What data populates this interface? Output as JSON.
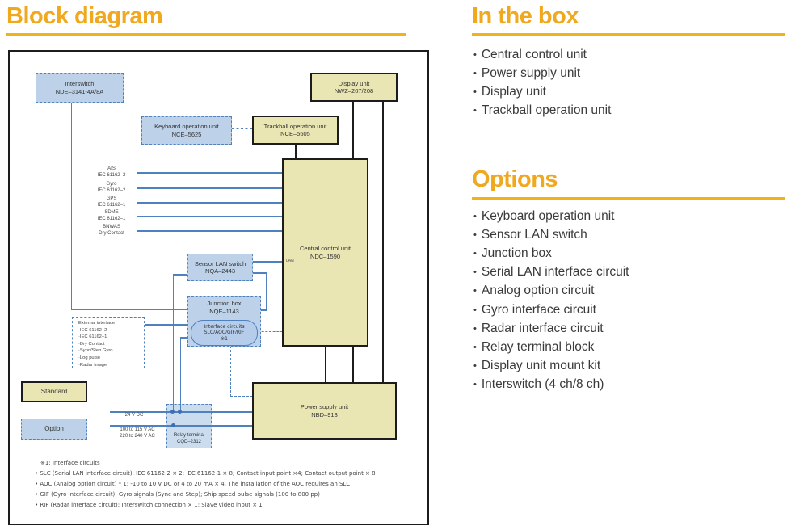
{
  "page": {
    "title": "Block diagram",
    "accent_color": "#F0A81F"
  },
  "ui": {
    "bullet": "•"
  },
  "in_the_box": {
    "title": "In the box",
    "items": [
      "Central control unit",
      "Power supply unit",
      "Display unit",
      "Trackball operation unit"
    ]
  },
  "options": {
    "title": "Options",
    "items": [
      "Keyboard operation unit",
      "Sensor LAN switch",
      "Junction box",
      "Serial LAN interface circuit",
      "Analog option circuit",
      "Gyro interface circuit",
      "Radar interface circuit",
      "Relay terminal block",
      "Display unit mount kit",
      "Interswitch (4 ch/8 ch)"
    ]
  },
  "diagram": {
    "boxes": {
      "interswitch": {
        "name": "Interswitch",
        "model": "NDE–3141-4A/8A"
      },
      "display_unit": {
        "name": "Display unit",
        "model": "NWZ–207/208"
      },
      "keyboard": {
        "name": "Keyboard operation unit",
        "model": "NCE–5625"
      },
      "trackball": {
        "name": "Trackball operation unit",
        "model": "NCE–5605"
      },
      "central_control": {
        "name": "Central control unit",
        "model": "NDC–1590",
        "port_label": "LAN"
      },
      "sensor_lan": {
        "name": "Sensor LAN switch",
        "model": "NQA–2443"
      },
      "junction_box": {
        "name": "Junction box",
        "model": "NQE–1143"
      },
      "interface_circuits": {
        "line1": "Interface circuits",
        "line2": "SLC/AOC/GIF/RIF",
        "line3": "※1"
      },
      "power_supply": {
        "name": "Power supply unit",
        "model": "NBD–913"
      },
      "relay_terminal": {
        "name": "Relay terminal",
        "model": "CQD–2312"
      }
    },
    "signals": [
      {
        "name": "AIS",
        "spec": "IEC 61162–2"
      },
      {
        "name": "Gyro",
        "spec": "IEC 61162–2"
      },
      {
        "name": "GPS",
        "spec": "IEC 61162–1"
      },
      {
        "name": "SDME",
        "spec": "IEC 61162–1"
      },
      {
        "name": "BNWAS",
        "spec": "Dry Contact"
      }
    ],
    "external_interface": {
      "title": "External interface",
      "items": [
        "·IEC 61162–2",
        "·IEC 61162–1",
        "·Dry Contact",
        "·Sync/Step Gyro",
        "·Log pulse",
        "·Radar image"
      ]
    },
    "legend": {
      "standard": "Standard",
      "option": "Option"
    },
    "power_labels": {
      "dc": "24 V DC",
      "ac_line1": "100 to 115 V AC",
      "ac_line2": "220 to 240 V AC"
    },
    "notes": [
      "※1: Interface circuits",
      "• SLC (Serial LAN interface circuit): IEC 61162-2 × 2; IEC 61162-1 × 8; Contact input point ×4; Contact output point × 8",
      "• AOC (Analog option circuit) * 1: -10 to 10 V DC or 4 to 20 mA × 4. The installation of the AOC requires an SLC.",
      "• GIF (Gyro interface circuit): Gyro signals (Sync and Step); Ship speed pulse signals (100 to 800 pp)",
      "• RIF (Radar interface circuit): Interswitch connection × 1; Slave video input × 1"
    ],
    "colors": {
      "standard_fill": "#E9E6B3",
      "standard_border": "#1C1C1C",
      "option_fill": "#BDD2E9",
      "option_border": "#4E81BD",
      "line_blue": "#4E81BD",
      "line_black": "#1C1C1C"
    }
  }
}
